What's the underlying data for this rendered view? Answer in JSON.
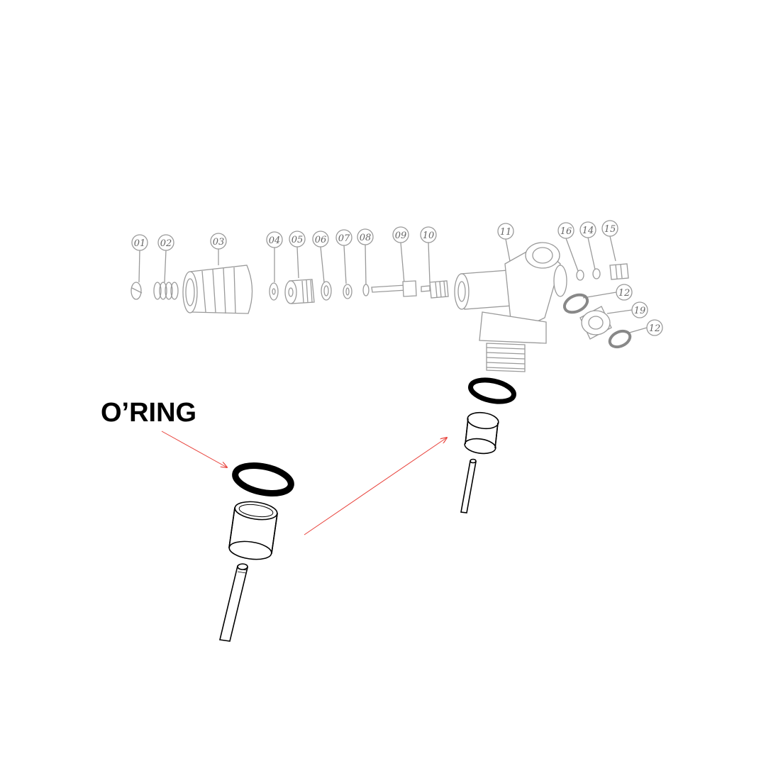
{
  "callout": {
    "label": "O’RING"
  },
  "part_numbers": [
    {
      "id": "p01",
      "label": "01"
    },
    {
      "id": "p02",
      "label": "02"
    },
    {
      "id": "p03",
      "label": "03"
    },
    {
      "id": "p04",
      "label": "04"
    },
    {
      "id": "p05",
      "label": "05"
    },
    {
      "id": "p06",
      "label": "06"
    },
    {
      "id": "p07",
      "label": "07"
    },
    {
      "id": "p08",
      "label": "08"
    },
    {
      "id": "p09",
      "label": "09"
    },
    {
      "id": "p10",
      "label": "10"
    },
    {
      "id": "p11",
      "label": "11"
    },
    {
      "id": "p16",
      "label": "16"
    },
    {
      "id": "p14",
      "label": "14"
    },
    {
      "id": "p15",
      "label": "15"
    },
    {
      "id": "p12a",
      "label": "12"
    },
    {
      "id": "p19",
      "label": "19"
    },
    {
      "id": "p12b",
      "label": "12"
    }
  ],
  "colors": {
    "arrow": "#e8413a",
    "faint_line": "#9a9a9a",
    "dark_line": "#000000",
    "label_text": "#666666"
  }
}
